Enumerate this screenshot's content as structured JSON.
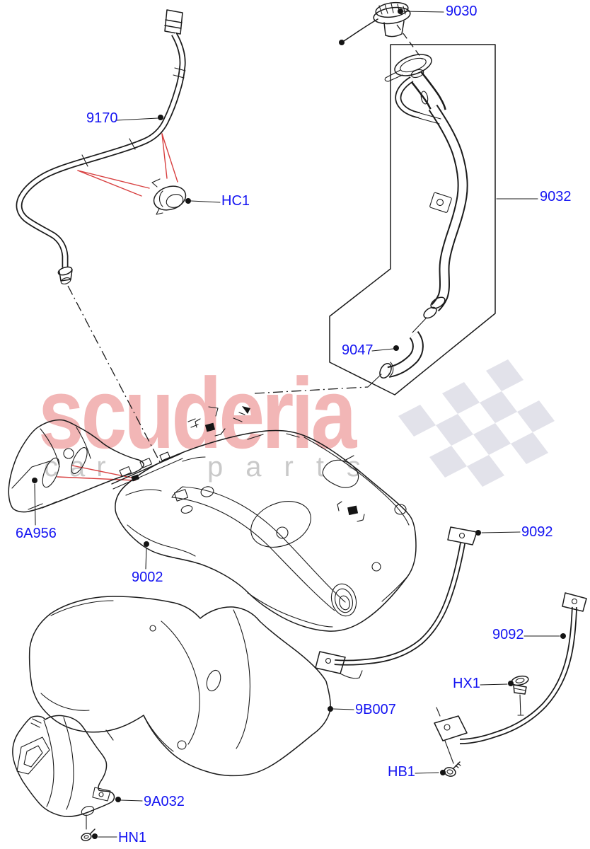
{
  "diagram": {
    "kind": "fuel tank and related parts exploded-view diagram",
    "label_color": "#1414f2",
    "line_color": "#1b1b1b",
    "leader_red_color": "#d84040"
  },
  "watermark": {
    "brand": "scuderia",
    "tagline_word1": "car",
    "tagline_word2": "parts",
    "brand_color": "#f2b6b6",
    "tagline_color": "#c9c9c9",
    "flag_color": "#e2e2ea"
  },
  "labels": [
    {
      "text": "9030"
    },
    {
      "text": "9170"
    },
    {
      "text": "HC1"
    },
    {
      "text": "9032"
    },
    {
      "text": "9047"
    },
    {
      "text": "6A956"
    },
    {
      "text": "9002"
    },
    {
      "text": "9092"
    },
    {
      "text": "9092"
    },
    {
      "text": "9B007"
    },
    {
      "text": "HX1"
    },
    {
      "text": "HB1"
    },
    {
      "text": "9A032"
    },
    {
      "text": "HN1"
    }
  ]
}
